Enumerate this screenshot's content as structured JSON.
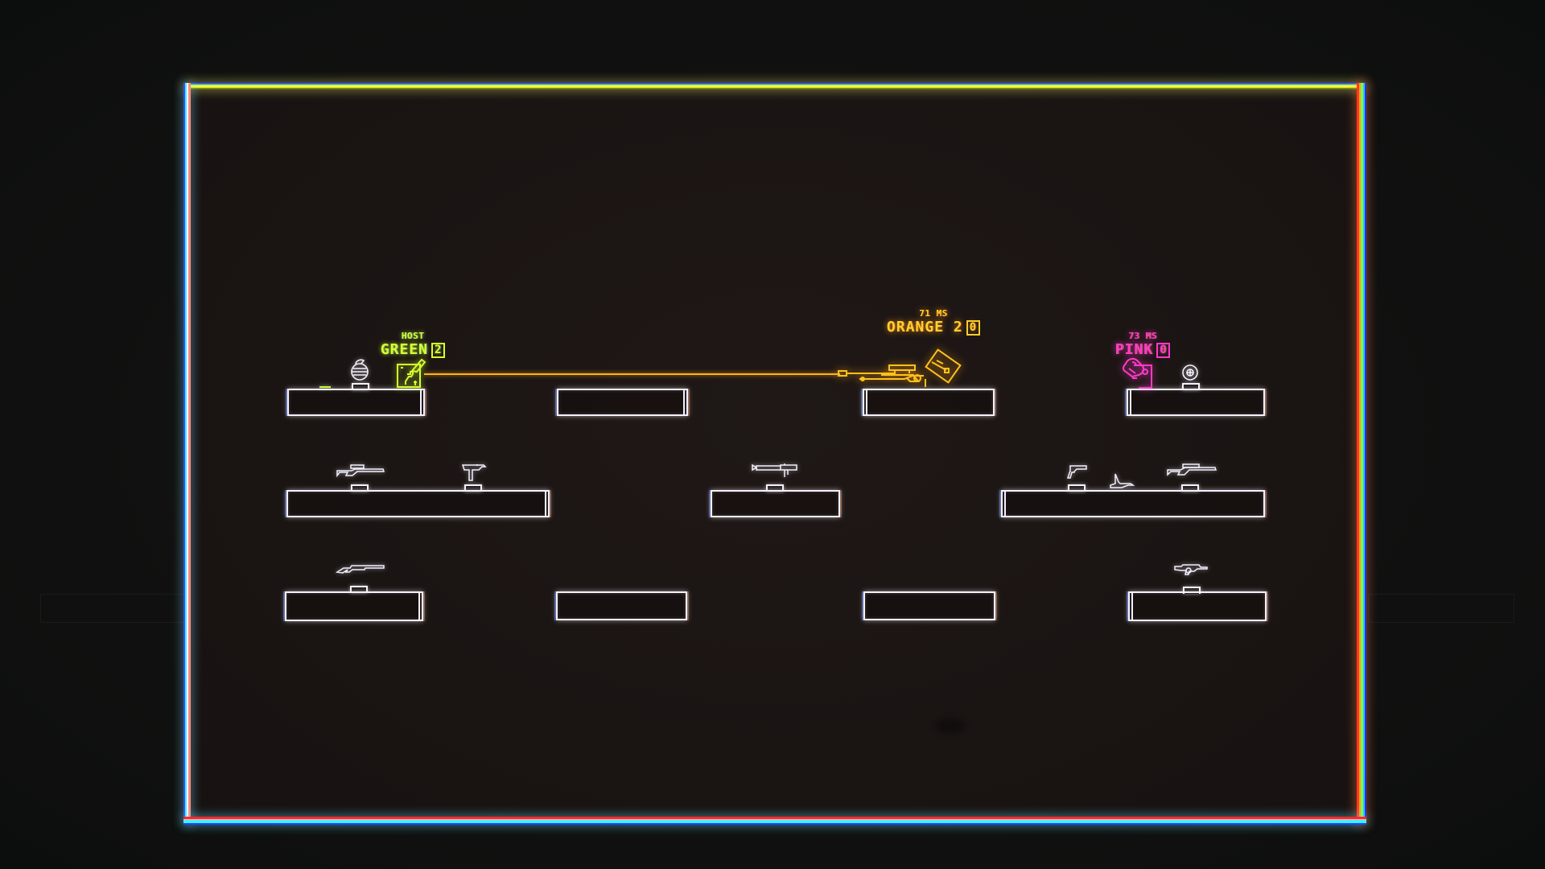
{
  "game": {
    "arena": {
      "frame_colors": {
        "top": "#ffff2a",
        "left": "#e8ffff",
        "right": "#ff3a20",
        "bottom": "#40f0ff"
      },
      "background": "#1a1413",
      "platform_color": "#f4f0ff"
    },
    "players": [
      {
        "id": "green",
        "label_top": "HOST",
        "name": "GREEN",
        "score": "2",
        "color": "#d8ff2e",
        "holding": "pistol",
        "is_host": true
      },
      {
        "id": "orange",
        "label_top": "71 MS",
        "name": "ORANGE",
        "score": "2",
        "score_extra": "0",
        "color": "#ffd12a",
        "holding": "sniper-rifle"
      },
      {
        "id": "pink",
        "label_top": "73 MS",
        "name": "PINK",
        "score": "0",
        "color": "#ff3ac8",
        "holding": "none"
      }
    ],
    "laser": {
      "color": "#ffb21a",
      "from": "orange",
      "to": "green"
    },
    "pickups": [
      {
        "row": 1,
        "item": "grenade"
      },
      {
        "row": 1,
        "item": "landmine"
      },
      {
        "row": 2,
        "item": "sniper-rifle"
      },
      {
        "row": 2,
        "item": "uzi"
      },
      {
        "row": 2,
        "item": "rocket-launcher"
      },
      {
        "row": 2,
        "item": "revolver"
      },
      {
        "row": 2,
        "item": "dropped-pistol"
      },
      {
        "row": 2,
        "item": "assault-rifle"
      },
      {
        "row": 3,
        "item": "shotgun"
      },
      {
        "row": 3,
        "item": "smg"
      }
    ],
    "platform_rows": 3
  }
}
